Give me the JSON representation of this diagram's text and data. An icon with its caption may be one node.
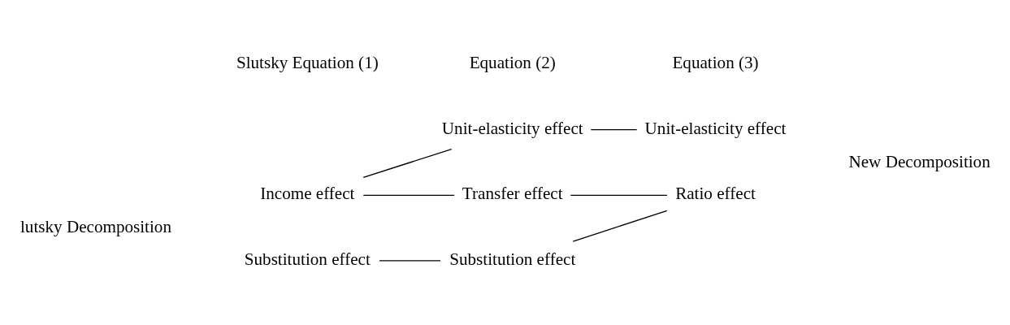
{
  "diagram": {
    "nodes": [
      {
        "text": [
          "Income effect"
        ]
      },
      {
        "text": [
          "Substitution effect"
        ]
      },
      {
        "text": [
          "Unit-elasticity effect"
        ]
      },
      {
        "text": [
          "Transfer effect"
        ]
      },
      {
        "text": [
          "Substitution effect"
        ]
      },
      {
        "text": [
          "Unit-elasticity effect"
        ]
      },
      {
        "text": [
          "Ratio effect"
        ]
      }
    ],
    "edges": [
      {
        "from": 0,
        "to": 2,
        "arrow": "none"
      },
      {
        "from": 0,
        "to": 3,
        "arrow": "none"
      },
      {
        "from": 2,
        "to": 5,
        "arrow": "none"
      },
      {
        "from": 1,
        "to": 4,
        "arrow": "none"
      },
      {
        "from": 3,
        "to": 6,
        "arrow": "none"
      },
      {
        "from": 4,
        "to": 6,
        "arrow": "none"
      }
    ],
    "labels": [
      "Slutsky Equation (1)",
      "Equation (2)",
      "Equation (3)",
      "lutsky Decomposition",
      "New Decomposition"
    ]
  }
}
